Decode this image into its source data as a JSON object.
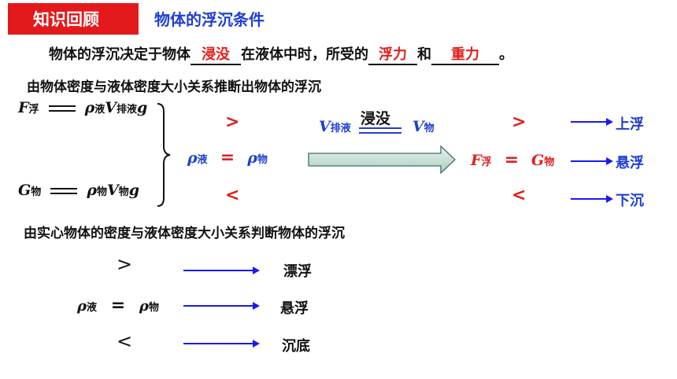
{
  "header": {
    "badge": "知识回顾",
    "title": "物体的浮沉条件"
  },
  "intro": {
    "prefix": "物体的浮沉决定于物体",
    "blank1": "浸没",
    "middle": "在液体中时，所受的",
    "blank2": "浮力",
    "and": "和",
    "blank3": "重力",
    "end": "。"
  },
  "section1": {
    "heading": "由物体密度与液体密度大小关系推断出物体的浮沉",
    "f_float": {
      "sym": "F",
      "sub": "浮",
      "rho": "ρ",
      "rho_sub": "液",
      "v": "V",
      "v_sub": "排液",
      "g": "g"
    },
    "g_obj": {
      "sym": "G",
      "sub": "物",
      "rho": "ρ",
      "rho_sub": "物",
      "v": "V",
      "v_sub": "物",
      "g": "g"
    },
    "rho_left": {
      "sym": "ρ",
      "sub": "液",
      "op": "=",
      "rhs": "ρ",
      "rhs_sub": "物"
    },
    "gt": ">",
    "lt": "<",
    "cond": {
      "v1": "V",
      "v1_sub": "排液",
      "label": "浸没",
      "v2": "V",
      "v2_sub": "物"
    },
    "right": {
      "gt": ">",
      "lt": "<",
      "f": "F",
      "f_sub": "浮",
      "op": "=",
      "g": "G",
      "g_sub": "物"
    },
    "results": [
      "上浮",
      "悬浮",
      "下沉"
    ]
  },
  "section2": {
    "heading": "由实心物体的密度与液体密度大小关系判断物体的浮沉",
    "gt": ">",
    "lt": "<",
    "rho": {
      "sym": "ρ",
      "sub": "液",
      "op": "=",
      "rhs": "ρ",
      "rhs_sub": "物"
    },
    "results": [
      "漂浮",
      "悬浮",
      "沉底"
    ]
  }
}
